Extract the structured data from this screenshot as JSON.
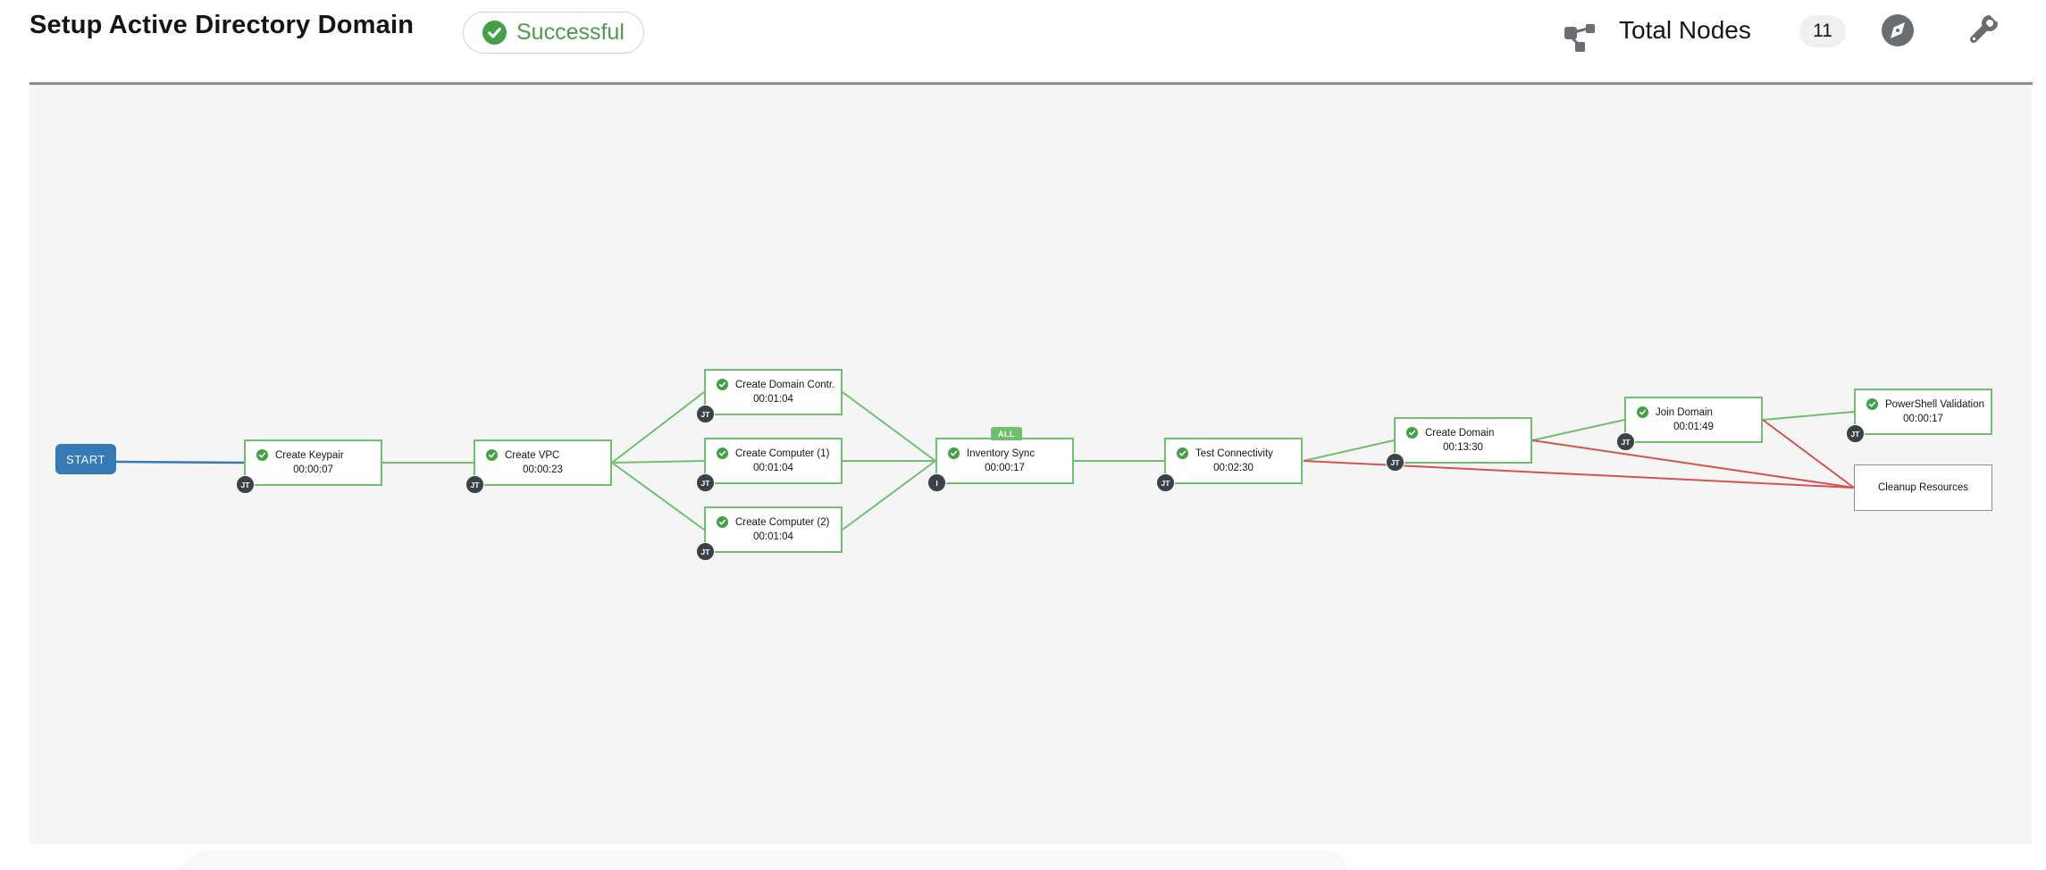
{
  "header": {
    "title": "Setup Active Directory Domain",
    "status_badge": {
      "label": "Successful"
    },
    "total_nodes_label": "Total Nodes",
    "total_nodes_count": "11",
    "icons": {
      "topology": "workflow-topology-icon",
      "compass": "legend-compass-icon",
      "wrench": "tools-wrench-icon"
    }
  },
  "diagram": {
    "start_label": "START",
    "nodes": [
      {
        "label": "Create Keypair",
        "elapsed": "00:00:07",
        "badge": "JT"
      },
      {
        "label": "Create VPC",
        "elapsed": "00:00:23",
        "badge": "JT"
      },
      {
        "label": "Create Domain Contr...",
        "elapsed": "00:01:04",
        "badge": "JT"
      },
      {
        "label": "Create Computer (1)",
        "elapsed": "00:01:04",
        "badge": "JT"
      },
      {
        "label": "Create Computer (2)",
        "elapsed": "00:01:04",
        "badge": "JT"
      },
      {
        "label": "Inventory Sync",
        "elapsed": "00:00:17",
        "badge": "I",
        "tag": "ALL"
      },
      {
        "label": "Test Connectivity",
        "elapsed": "00:02:30",
        "badge": "JT"
      },
      {
        "label": "Create Domain",
        "elapsed": "00:13:30",
        "badge": "JT"
      },
      {
        "label": "Join Domain",
        "elapsed": "00:01:49",
        "badge": "JT"
      },
      {
        "label": "PowerShell Validation",
        "elapsed": "00:00:17",
        "badge": "JT"
      },
      {
        "label": "Cleanup Resources"
      }
    ],
    "edges": [
      {
        "from": "START",
        "to": "Create Keypair",
        "type": "always"
      },
      {
        "from": "Create Keypair",
        "to": "Create VPC",
        "type": "success"
      },
      {
        "from": "Create VPC",
        "to": "Create Domain Contr...",
        "type": "success"
      },
      {
        "from": "Create VPC",
        "to": "Create Computer (1)",
        "type": "success"
      },
      {
        "from": "Create VPC",
        "to": "Create Computer (2)",
        "type": "success"
      },
      {
        "from": "Create Domain Contr...",
        "to": "Inventory Sync",
        "type": "success"
      },
      {
        "from": "Create Computer (1)",
        "to": "Inventory Sync",
        "type": "success"
      },
      {
        "from": "Create Computer (2)",
        "to": "Inventory Sync",
        "type": "success"
      },
      {
        "from": "Inventory Sync",
        "to": "Test Connectivity",
        "type": "success"
      },
      {
        "from": "Test Connectivity",
        "to": "Create Domain",
        "type": "success"
      },
      {
        "from": "Test Connectivity",
        "to": "Cleanup Resources",
        "type": "failure"
      },
      {
        "from": "Create Domain",
        "to": "Join Domain",
        "type": "success"
      },
      {
        "from": "Create Domain",
        "to": "Cleanup Resources",
        "type": "failure"
      },
      {
        "from": "Join Domain",
        "to": "PowerShell Validation",
        "type": "success"
      },
      {
        "from": "Join Domain",
        "to": "Cleanup Resources",
        "type": "failure"
      }
    ]
  },
  "colors": {
    "accent_blue": "#337ab7",
    "success_green": "#6ec06e",
    "failure_red": "#d2534f",
    "icon_green": "#43a047",
    "status_text_green": "#4c9a4c",
    "badge_bg": "#3a4147",
    "muted_icon": "#6a6e73",
    "canvas_bg": "#f5f5f5",
    "node_disabled_border": "#8a8d90"
  }
}
